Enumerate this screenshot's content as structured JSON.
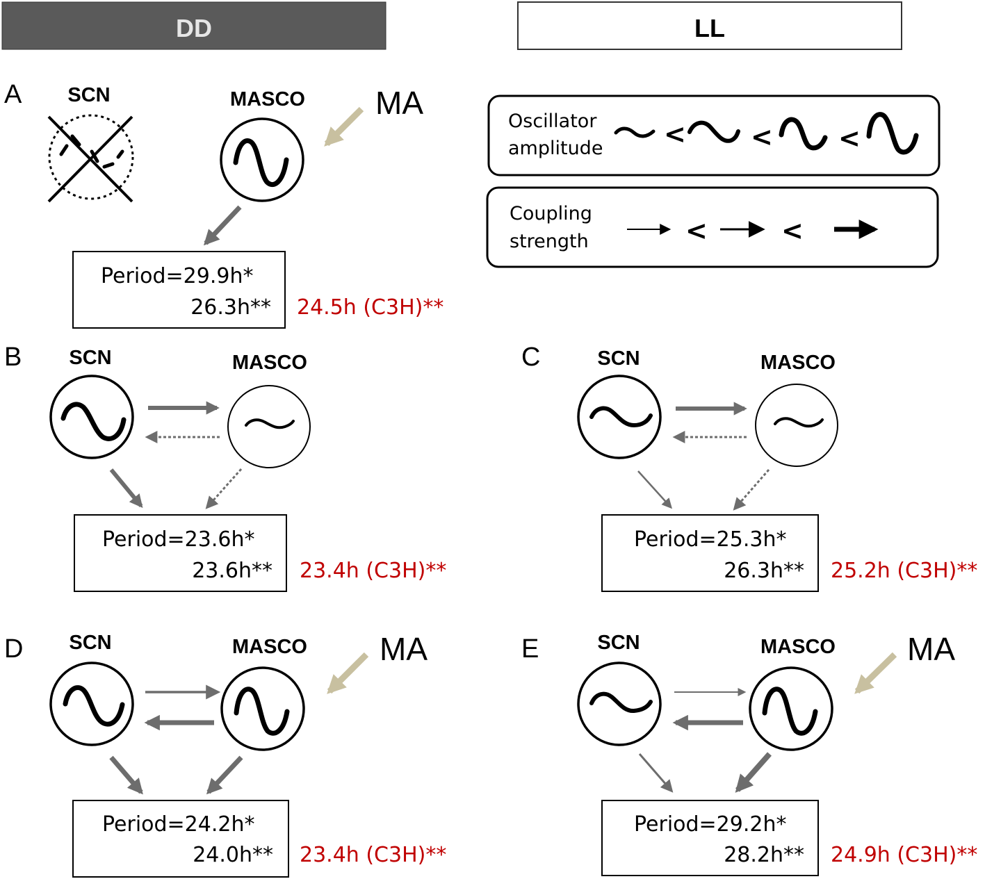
{
  "headers": {
    "dd": "DD",
    "ll": "LL"
  },
  "legend": {
    "amplitude_label": [
      "Oscillator",
      "amplitude"
    ],
    "coupling_label": [
      "Coupling",
      "strength"
    ],
    "less_than": "<"
  },
  "panels": [
    {
      "id": "A",
      "scn": "SCN",
      "masco": "MASCO",
      "ma": "MA",
      "period_star": "Period=29.9h*",
      "period_dstar": "26.3h**",
      "c3h": "24.5h (C3H)**"
    },
    {
      "id": "B",
      "scn": "SCN",
      "masco": "MASCO",
      "ma": "",
      "period_star": "Period=23.6h*",
      "period_dstar": "23.6h**",
      "c3h": "23.4h (C3H)**"
    },
    {
      "id": "C",
      "scn": "SCN",
      "masco": "MASCO",
      "ma": "",
      "period_star": "Period=25.3h*",
      "period_dstar": "26.3h**",
      "c3h": "25.2h (C3H)**"
    },
    {
      "id": "D",
      "scn": "SCN",
      "masco": "MASCO",
      "ma": "MA",
      "period_star": "Period=24.2h*",
      "period_dstar": "24.0h**",
      "c3h": "23.4h (C3H)**"
    },
    {
      "id": "E",
      "scn": "SCN",
      "masco": "MASCO",
      "ma": "MA",
      "period_star": "Period=29.2h*",
      "period_dstar": "28.2h**",
      "c3h": "24.9h (C3H)**"
    }
  ],
  "colors": {
    "dd_bar": "#5a5a5a",
    "arrow_gray": "#6d6d6d",
    "ma_arrow": "#c8c0a0",
    "red_text": "#c00000"
  }
}
